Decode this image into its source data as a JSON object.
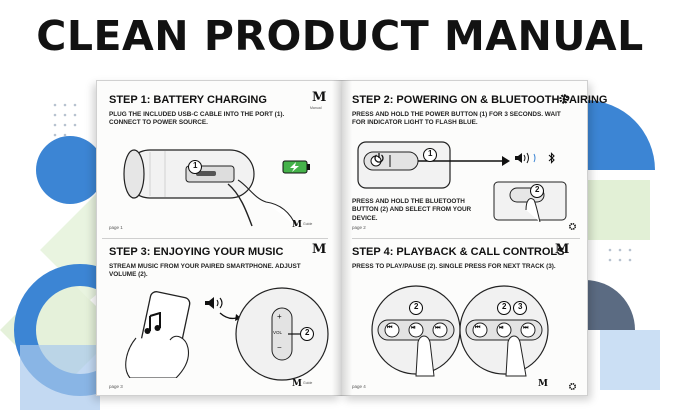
{
  "headline": "CLEAN PRODUCT MANUAL",
  "colors": {
    "accent_blue": "#3c85d4",
    "light_blue": "#a9c9ec",
    "light_green": "#cfe6bb",
    "slate": "#5b6b82",
    "battery_green": "#45b24a"
  },
  "brand": {
    "logo_letter": "M",
    "logo_text_line1": "Manual",
    "logo_text_line2": "Guide"
  },
  "sections": [
    {
      "title": "STEP 1: BATTERY CHARGING",
      "body": "PLUG THE INCLUDED USB-C CABLE INTO THE PORT (1). CONNECT TO POWER SOURCE.",
      "page": "page 1",
      "callout": "1"
    },
    {
      "title": "STEP 2: POWERING ON & BLUETOOTH PAIRING",
      "body": "PRESS AND HOLD THE POWER BUTTON (1) FOR 3 SECONDS. WAIT FOR INDICATOR LIGHT TO FLASH BLUE.",
      "body2": "PRESS AND HOLD THE BLUETOOTH BUTTON (2) AND SELECT FROM YOUR DEVICE.",
      "page": "page 2",
      "callout1": "1",
      "callout2": "2"
    },
    {
      "title": "STEP 3: ENJOYING YOUR MUSIC",
      "body": "STREAM MUSIC FROM YOUR PAIRED SMARTPHONE. ADJUST VOLUME (2).",
      "page": "page 3",
      "callout": "2",
      "vol_label": "VOL",
      "plus": "+",
      "minus": "−"
    },
    {
      "title": "STEP 4: PLAYBACK & CALL CONTROLS",
      "body": "PRESS TO PLAY/PAUSE (2). SINGLE PRESS FOR NEXT TRACK (3).",
      "page": "page 4",
      "callout2": "2",
      "callout3": "3"
    }
  ]
}
